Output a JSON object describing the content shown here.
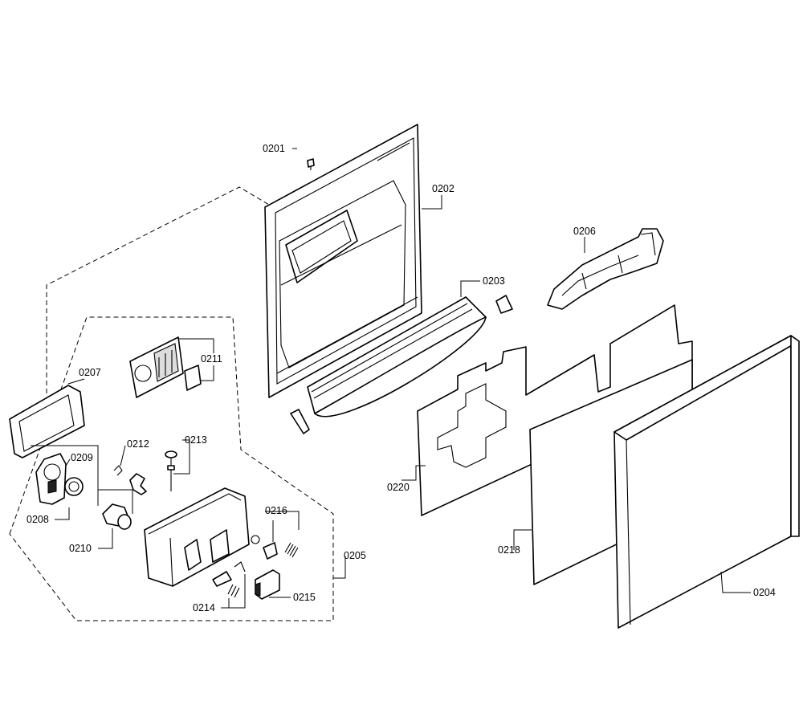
{
  "parts": [
    {
      "id": "0201"
    },
    {
      "id": "0202"
    },
    {
      "id": "0203"
    },
    {
      "id": "0204"
    },
    {
      "id": "0205"
    },
    {
      "id": "0206"
    },
    {
      "id": "0207"
    },
    {
      "id": "0208"
    },
    {
      "id": "0209"
    },
    {
      "id": "0210"
    },
    {
      "id": "0211"
    },
    {
      "id": "0212"
    },
    {
      "id": "0213"
    },
    {
      "id": "0214"
    },
    {
      "id": "0215"
    },
    {
      "id": "0216"
    },
    {
      "id": "0218"
    },
    {
      "id": "0220"
    }
  ]
}
